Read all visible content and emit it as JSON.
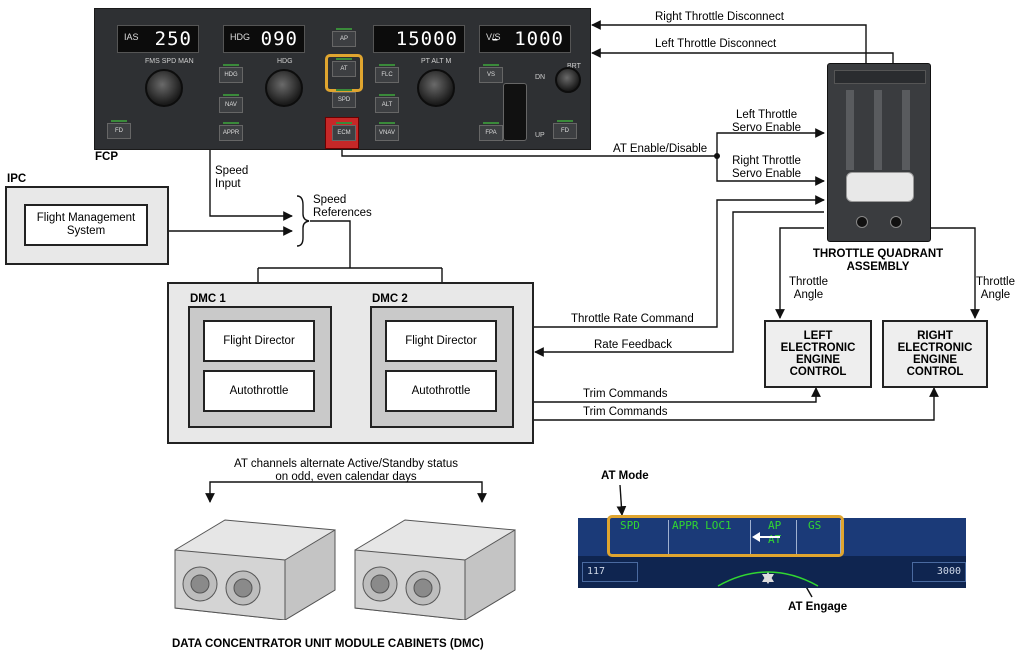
{
  "fcp": {
    "label": "FCP",
    "ias": {
      "tag": "IAS",
      "value": "250"
    },
    "hdg": {
      "tag": "HDG",
      "value": "090"
    },
    "alt": {
      "value": "15000"
    },
    "vs": {
      "tag": "V/S",
      "value": "- 1000"
    },
    "buttons": [
      "AP",
      "AT",
      "SPD",
      "ECM",
      "HDG",
      "NAV",
      "APPR",
      "FLC",
      "ALT",
      "VNAV",
      "VS",
      "FPA",
      "FD",
      "FD"
    ],
    "knob_labels": [
      "FMS",
      "SPD",
      "MAN",
      "HDG",
      "PT",
      "ALT",
      "M",
      "DN",
      "UP",
      "BRT"
    ]
  },
  "ipc": {
    "label": "IPC",
    "fms": "Flight Management\nSystem"
  },
  "signals": {
    "speed_input": "Speed\nInput",
    "speed_references": "Speed\nReferences",
    "right_disconnect": "Right Throttle Disconnect",
    "left_disconnect": "Left Throttle Disconnect",
    "left_servo": "Left Throttle\nServo Enable",
    "at_enable": "AT Enable/Disable",
    "right_servo": "Right Throttle\nServo Enable",
    "throttle_rate": "Throttle Rate Command",
    "rate_feedback": "Rate Feedback",
    "trim1": "Trim Commands",
    "trim2": "Trim Commands",
    "throttle_angle_left": "Throttle\nAngle",
    "throttle_angle_right": "Throttle\nAngle"
  },
  "dmc1": {
    "label": "DMC 1",
    "fd": "Flight Director",
    "at": "Autothrottle"
  },
  "dmc2": {
    "label": "DMC 2",
    "fd": "Flight Director",
    "at": "Autothrottle"
  },
  "tqa": {
    "label": "THROTTLE QUADRANT\nASSEMBLY"
  },
  "eec_left": "LEFT\nELECTRONIC\nENGINE\nCONTROL",
  "eec_right": "RIGHT\nELECTRONIC\nENGINE\nCONTROL",
  "alternate_note": "AT channels alternate Active/Standby status\non odd, even calendar days",
  "cabinets_caption": "DATA CONCENTRATOR UNIT MODULE CABINETS (DMC)",
  "pfd": {
    "at_mode_label": "AT Mode",
    "at_engage_label": "AT Engage",
    "fma_spd": "SPD",
    "fma_lat": "APPR LOC1",
    "fma_ap": "AP",
    "fma_at": "AT",
    "fma_gs": "GS",
    "speed": "117",
    "altitude": "3000"
  },
  "colors": {
    "fma_border": "#e0a52f",
    "fma_text": "#31d631",
    "at_highlight": "#e0a52f",
    "ecm_red": "#c62828"
  }
}
